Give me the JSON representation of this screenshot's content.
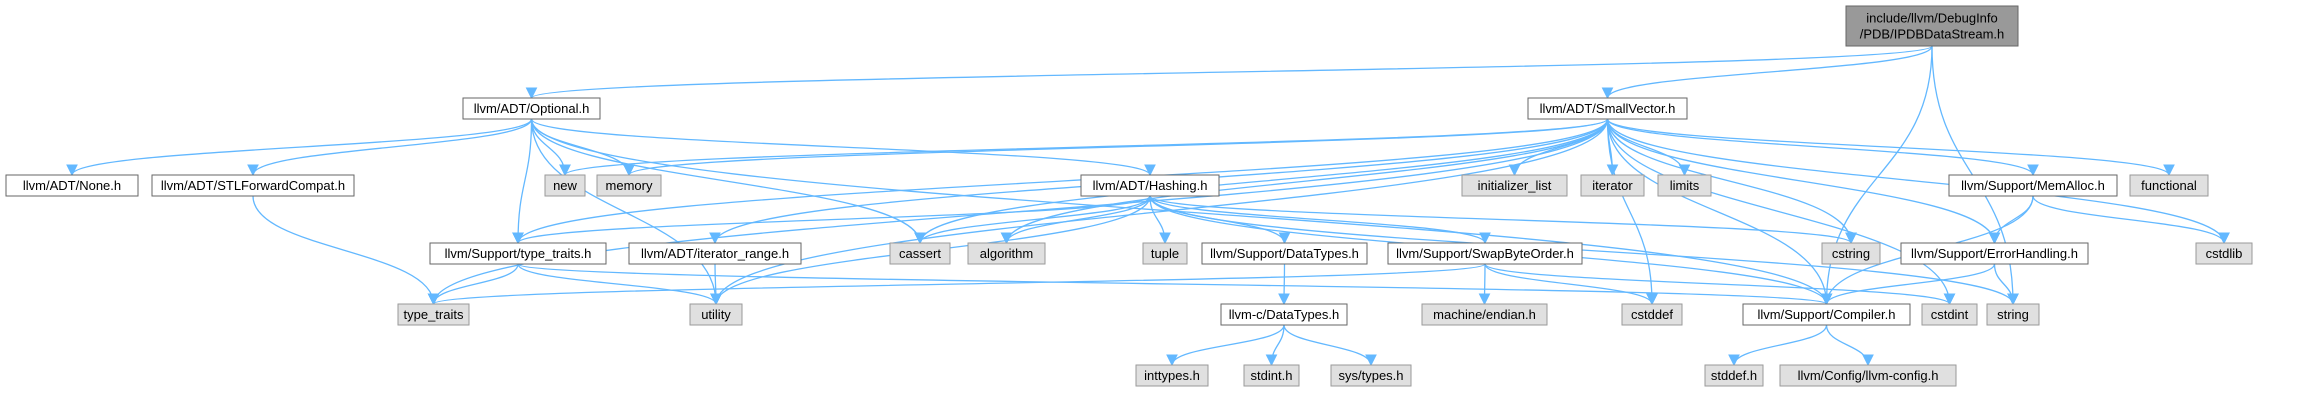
{
  "colors": {
    "root_fill": "#999999",
    "root_stroke": "#666666",
    "file_fill": "#ffffff",
    "file_stroke": "#666666",
    "system_fill": "#e0e0e0",
    "system_stroke": "#999999",
    "edge": "#63b8ff"
  },
  "nodes": [
    {
      "id": "root",
      "kind": "root",
      "lines": [
        "include/llvm/DebugInfo",
        "/PDB/IPDBDataStream.h"
      ]
    },
    {
      "id": "optional",
      "kind": "file",
      "lines": [
        "llvm/ADT/Optional.h"
      ]
    },
    {
      "id": "smallvector",
      "kind": "file",
      "lines": [
        "llvm/ADT/SmallVector.h"
      ]
    },
    {
      "id": "none",
      "kind": "file",
      "lines": [
        "llvm/ADT/None.h"
      ]
    },
    {
      "id": "stlforward",
      "kind": "file",
      "lines": [
        "llvm/ADT/STLForwardCompat.h"
      ]
    },
    {
      "id": "new",
      "kind": "system",
      "lines": [
        "new"
      ]
    },
    {
      "id": "memory",
      "kind": "system",
      "lines": [
        "memory"
      ]
    },
    {
      "id": "hashing",
      "kind": "file",
      "lines": [
        "llvm/ADT/Hashing.h"
      ]
    },
    {
      "id": "initlist",
      "kind": "system",
      "lines": [
        "initializer_list"
      ]
    },
    {
      "id": "iterator",
      "kind": "system",
      "lines": [
        "iterator"
      ]
    },
    {
      "id": "limits",
      "kind": "system",
      "lines": [
        "limits"
      ]
    },
    {
      "id": "memalloc",
      "kind": "file",
      "lines": [
        "llvm/Support/MemAlloc.h"
      ]
    },
    {
      "id": "functional",
      "kind": "system",
      "lines": [
        "functional"
      ]
    },
    {
      "id": "typetraitsh",
      "kind": "file",
      "lines": [
        "llvm/Support/type_traits.h"
      ]
    },
    {
      "id": "iterrange",
      "kind": "file",
      "lines": [
        "llvm/ADT/iterator_range.h"
      ]
    },
    {
      "id": "cassert",
      "kind": "system",
      "lines": [
        "cassert"
      ]
    },
    {
      "id": "algorithm",
      "kind": "system",
      "lines": [
        "algorithm"
      ]
    },
    {
      "id": "tuple",
      "kind": "system",
      "lines": [
        "tuple"
      ]
    },
    {
      "id": "datatypes",
      "kind": "file",
      "lines": [
        "llvm/Support/DataTypes.h"
      ]
    },
    {
      "id": "swapbyte",
      "kind": "file",
      "lines": [
        "llvm/Support/SwapByteOrder.h"
      ]
    },
    {
      "id": "cstring",
      "kind": "system",
      "lines": [
        "cstring"
      ]
    },
    {
      "id": "errorhandling",
      "kind": "file",
      "lines": [
        "llvm/Support/ErrorHandling.h"
      ]
    },
    {
      "id": "cstdlib",
      "kind": "system",
      "lines": [
        "cstdlib"
      ]
    },
    {
      "id": "typetraits",
      "kind": "system",
      "lines": [
        "type_traits"
      ]
    },
    {
      "id": "utility",
      "kind": "system",
      "lines": [
        "utility"
      ]
    },
    {
      "id": "cdatatypes",
      "kind": "file",
      "lines": [
        "llvm-c/DataTypes.h"
      ]
    },
    {
      "id": "endian",
      "kind": "system",
      "lines": [
        "machine/endian.h"
      ]
    },
    {
      "id": "cstddef",
      "kind": "system",
      "lines": [
        "cstddef"
      ]
    },
    {
      "id": "compiler",
      "kind": "file",
      "lines": [
        "llvm/Support/Compiler.h"
      ]
    },
    {
      "id": "cstdint",
      "kind": "system",
      "lines": [
        "cstdint"
      ]
    },
    {
      "id": "string",
      "kind": "system",
      "lines": [
        "string"
      ]
    },
    {
      "id": "inttypes",
      "kind": "system",
      "lines": [
        "inttypes.h"
      ]
    },
    {
      "id": "stdint",
      "kind": "system",
      "lines": [
        "stdint.h"
      ]
    },
    {
      "id": "systypes",
      "kind": "system",
      "lines": [
        "sys/types.h"
      ]
    },
    {
      "id": "stddef",
      "kind": "system",
      "lines": [
        "stddef.h"
      ]
    },
    {
      "id": "llvmconfig",
      "kind": "system",
      "lines": [
        "llvm/Config/llvm-config.h"
      ]
    }
  ],
  "edges": [
    [
      "root",
      "optional"
    ],
    [
      "root",
      "smallvector"
    ],
    [
      "root",
      "compiler"
    ],
    [
      "root",
      "string"
    ],
    [
      "optional",
      "none"
    ],
    [
      "optional",
      "stlforward"
    ],
    [
      "optional",
      "new"
    ],
    [
      "optional",
      "memory"
    ],
    [
      "optional",
      "hashing"
    ],
    [
      "optional",
      "typetraitsh"
    ],
    [
      "optional",
      "cassert"
    ],
    [
      "optional",
      "utility"
    ],
    [
      "optional",
      "compiler"
    ],
    [
      "stlforward",
      "typetraits"
    ],
    [
      "smallvector",
      "new"
    ],
    [
      "smallvector",
      "memory"
    ],
    [
      "smallvector",
      "initlist"
    ],
    [
      "smallvector",
      "iterator"
    ],
    [
      "smallvector",
      "limits"
    ],
    [
      "smallvector",
      "memalloc"
    ],
    [
      "smallvector",
      "functional"
    ],
    [
      "smallvector",
      "typetraitsh"
    ],
    [
      "smallvector",
      "iterrange"
    ],
    [
      "smallvector",
      "cassert"
    ],
    [
      "smallvector",
      "algorithm"
    ],
    [
      "smallvector",
      "cstring"
    ],
    [
      "smallvector",
      "errorhandling"
    ],
    [
      "smallvector",
      "cstdlib"
    ],
    [
      "smallvector",
      "typetraits"
    ],
    [
      "smallvector",
      "utility"
    ],
    [
      "smallvector",
      "cstddef"
    ],
    [
      "smallvector",
      "compiler"
    ],
    [
      "smallvector",
      "cstdint"
    ],
    [
      "hashing",
      "typetraitsh"
    ],
    [
      "hashing",
      "cassert"
    ],
    [
      "hashing",
      "algorithm"
    ],
    [
      "hashing",
      "tuple"
    ],
    [
      "hashing",
      "datatypes"
    ],
    [
      "hashing",
      "swapbyte"
    ],
    [
      "hashing",
      "cstring"
    ],
    [
      "hashing",
      "string"
    ],
    [
      "hashing",
      "utility"
    ],
    [
      "hashing",
      "compiler"
    ],
    [
      "memalloc",
      "errorhandling"
    ],
    [
      "memalloc",
      "compiler"
    ],
    [
      "memalloc",
      "cstdlib"
    ],
    [
      "typetraitsh",
      "typetraits"
    ],
    [
      "typetraitsh",
      "utility"
    ],
    [
      "typetraitsh",
      "compiler"
    ],
    [
      "iterrange",
      "utility"
    ],
    [
      "datatypes",
      "cdatatypes"
    ],
    [
      "swapbyte",
      "endian"
    ],
    [
      "swapbyte",
      "cstddef"
    ],
    [
      "swapbyte",
      "typetraits"
    ],
    [
      "swapbyte",
      "cstdint"
    ],
    [
      "errorhandling",
      "compiler"
    ],
    [
      "errorhandling",
      "string"
    ],
    [
      "cdatatypes",
      "inttypes"
    ],
    [
      "cdatatypes",
      "stdint"
    ],
    [
      "cdatatypes",
      "systypes"
    ],
    [
      "compiler",
      "stddef"
    ],
    [
      "compiler",
      "llvmconfig"
    ]
  ]
}
